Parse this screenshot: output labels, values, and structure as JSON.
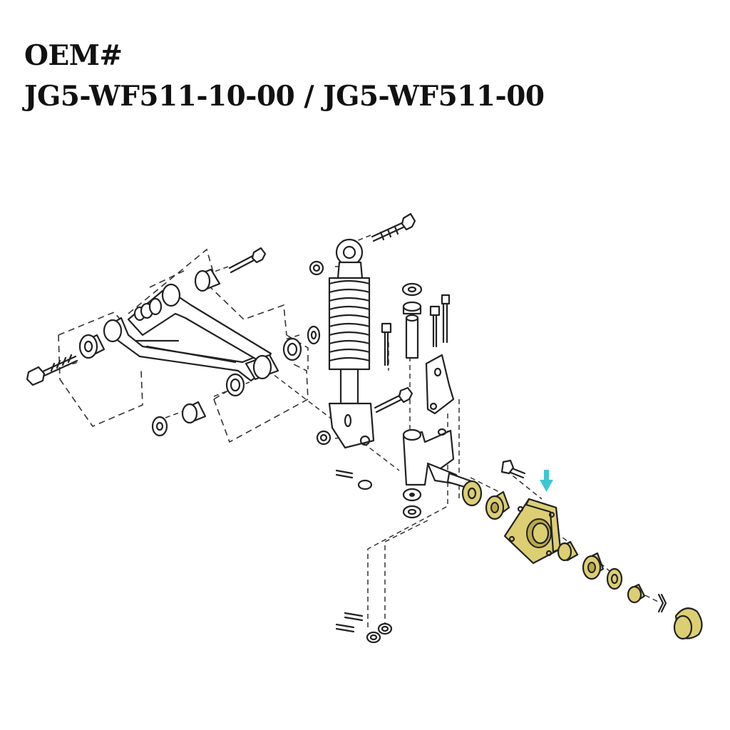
{
  "header": {
    "line1": "OEM#",
    "line2": "JG5-WF511-10-00 / JG5-WF511-00"
  },
  "diagram": {
    "highlight_color": "#dccf73",
    "arrow_color": "#3cc8d2",
    "highlighted_parts": [
      "thrust-washer",
      "inner-bearing",
      "wheel-hub",
      "spacer",
      "outer-bearing",
      "washer",
      "castle-nut",
      "cotter-pin",
      "dust-cap"
    ],
    "pointer_icon": "down-arrow-icon"
  }
}
